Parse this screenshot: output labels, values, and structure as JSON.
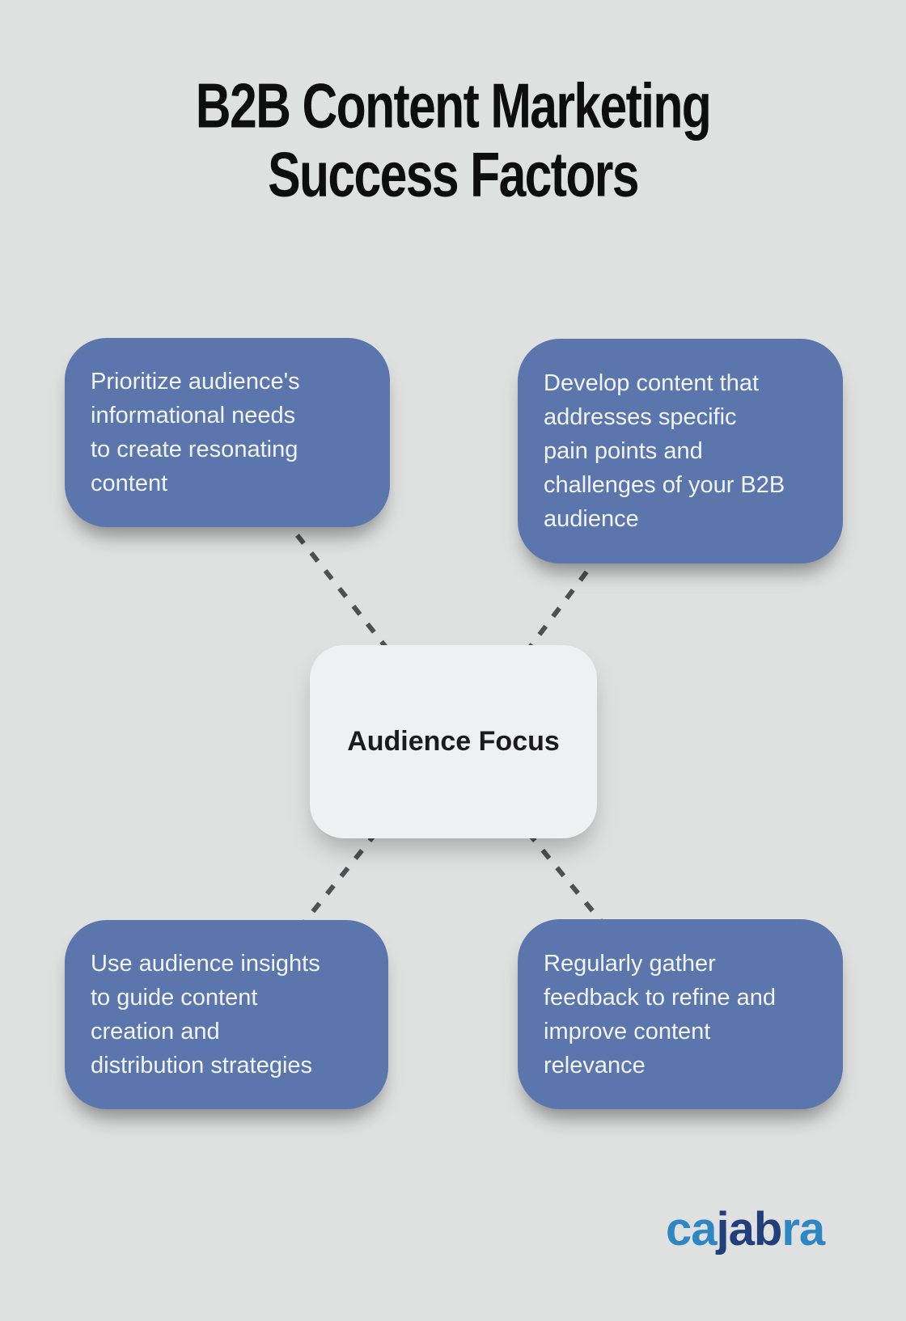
{
  "title": {
    "line1": "B2B Content Marketing",
    "line2": "Success Factors"
  },
  "center_node": {
    "label": "Audience Focus"
  },
  "nodes": [
    {
      "id": "top-left",
      "text": "Prioritize audience's\ninformational needs\nto create resonating\ncontent"
    },
    {
      "id": "top-right",
      "text": "Develop content that\naddresses specific\npain points and\nchallenges of your B2B\naudience"
    },
    {
      "id": "bottom-left",
      "text": "Use audience insights\nto guide content\ncreation and\ndistribution strategies"
    },
    {
      "id": "bottom-right",
      "text": "Regularly gather\nfeedback to refine and\nimprove content\nrelevance"
    }
  ],
  "logo": {
    "name": "cajabra",
    "part1": "ca",
    "part2": "jab",
    "part3": "ra"
  },
  "colors": {
    "background": "#dfe1e1",
    "node_fill": "#5b76ad",
    "node_text": "#f2f4f7",
    "center_fill": "#eff0f2",
    "center_text": "#1b1b1b",
    "title_text": "#0e0e0e",
    "connector": "#4e5052",
    "logo_light": "#2e86c3",
    "logo_dark": "#223f7b"
  }
}
